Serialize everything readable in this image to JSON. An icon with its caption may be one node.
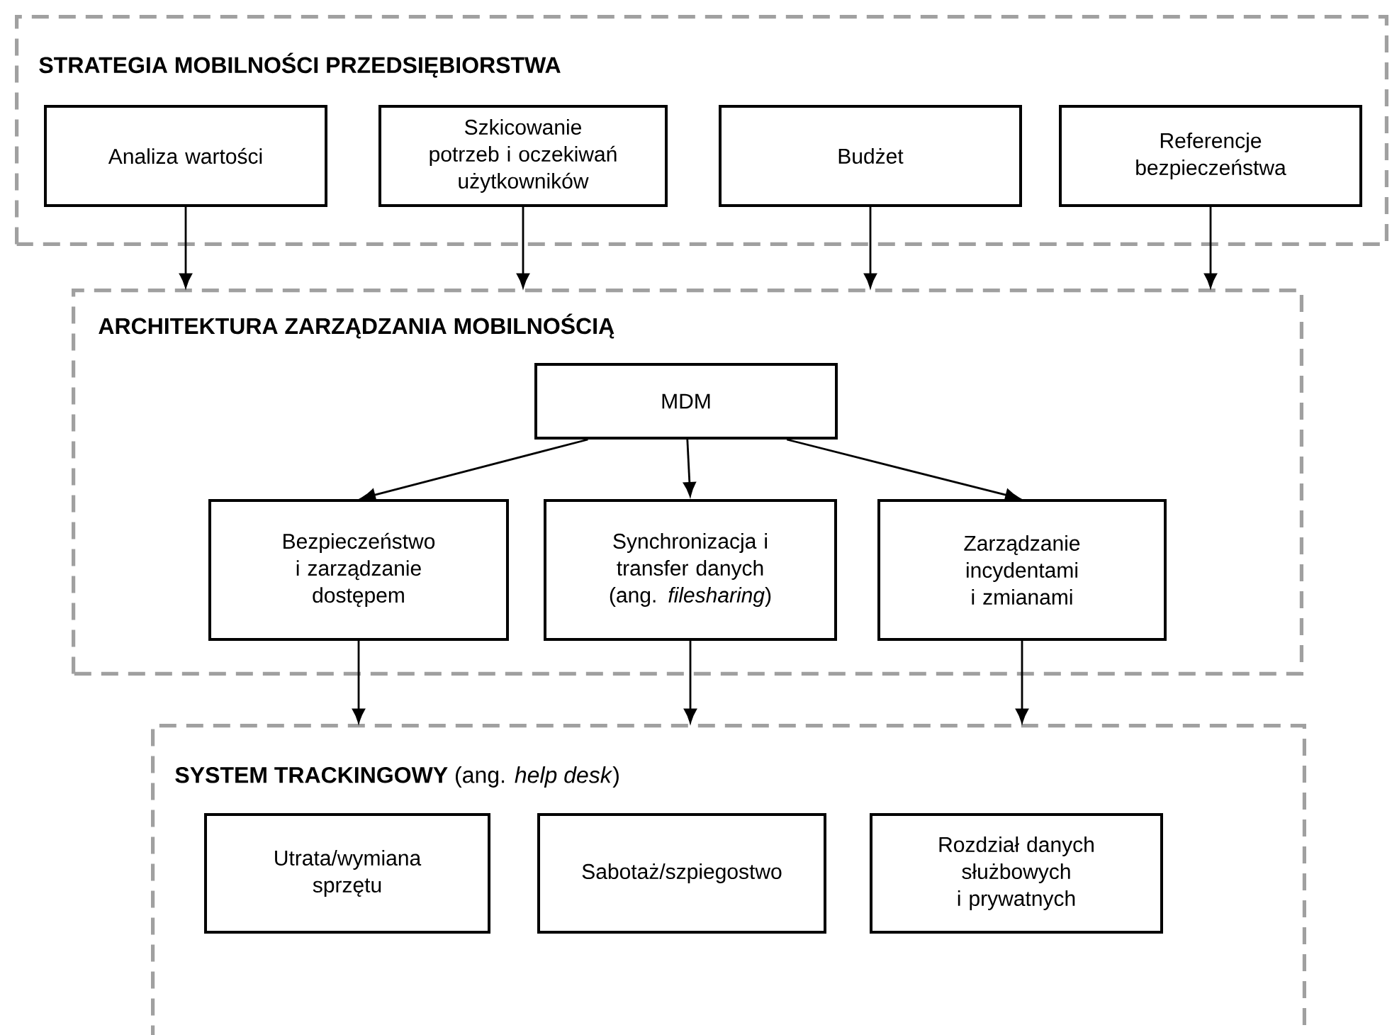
{
  "diagram": {
    "nodes": [
      {
        "text": [
          "STRATEGIA MOBILNOŚCI PRZEDSIĘBIORSTWA"
        ]
      },
      {
        "text": [
          "Analiza wartości"
        ],
        "in": 0
      },
      {
        "text": [
          "Szkicowanie potrzeb i oczekiwań użytkowników"
        ],
        "in": 0
      },
      {
        "text": [
          "Budżet"
        ],
        "in": 0
      },
      {
        "text": [
          "Referencje bezpieczeństwa"
        ],
        "in": 0
      },
      {
        "text": [
          "ARCHITEKTURA ZARZĄDZANIA MOBILNOŚCIĄ"
        ]
      },
      {
        "text": [
          "MDM"
        ],
        "in": 5
      },
      {
        "text": [
          "Bezpieczeństwo i zarządzanie dostępem"
        ],
        "in": 5
      },
      {
        "text": [
          "Synchronizacja i transfer danych (ang. *filesharing*)"
        ],
        "in": 5
      },
      {
        "text": [
          "Zarządzanie incydentami i zmianami"
        ],
        "in": 5
      },
      {
        "text": [
          "**SYSTEM TRACKINGOWY** (ang. *help desk*)"
        ]
      },
      {
        "text": [
          "Utrata/wymiana sprzętu"
        ],
        "in": 10
      },
      {
        "text": [
          "Sabotaż/szpiegostwo"
        ],
        "in": 10
      },
      {
        "text": [
          "Rozdział danych służbowych i prywatnych"
        ],
        "in": 10
      }
    ],
    "edges": [
      {
        "from": 1,
        "to": 5,
        "arrow": "to"
      },
      {
        "from": 2,
        "to": 5,
        "arrow": "to"
      },
      {
        "from": 3,
        "to": 5,
        "arrow": "to"
      },
      {
        "from": 4,
        "to": 5,
        "arrow": "to"
      },
      {
        "from": 6,
        "to": 7,
        "arrow": "to"
      },
      {
        "from": 6,
        "to": 8,
        "arrow": "to"
      },
      {
        "from": 6,
        "to": 9,
        "arrow": "to"
      },
      {
        "from": 7,
        "to": 10,
        "arrow": "to"
      },
      {
        "from": 8,
        "to": 10,
        "arrow": "to"
      },
      {
        "from": 9,
        "to": 10,
        "arrow": "to"
      }
    ]
  }
}
